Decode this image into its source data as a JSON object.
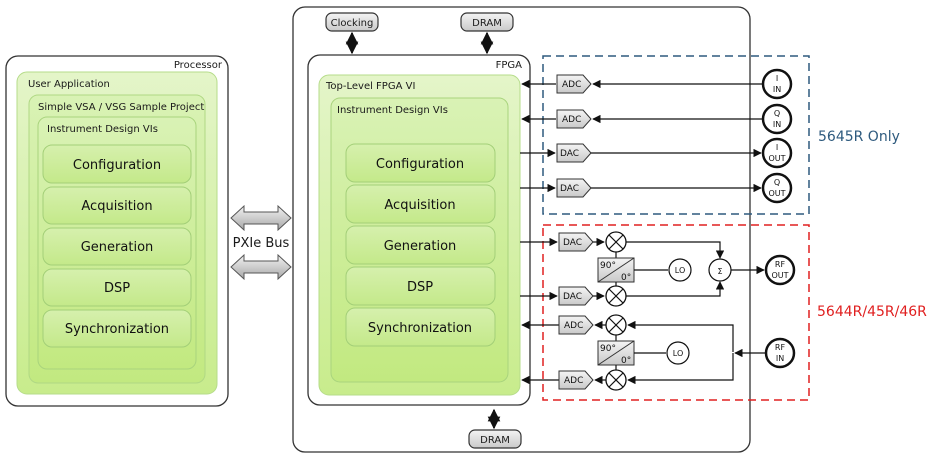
{
  "processor": {
    "title": "Processor",
    "user_application": "User Application",
    "sample_project": "Simple VSA / VSG Sample Project",
    "instrument_design": "Instrument Design VIs",
    "blocks": [
      "Configuration",
      "Acquisition",
      "Generation",
      "DSP",
      "Synchronization"
    ]
  },
  "bus": {
    "label": "PXIe Bus"
  },
  "fpga_module": {
    "clocking": "Clocking",
    "dram_top": "DRAM",
    "dram_bottom": "DRAM",
    "fpga_title": "FPGA",
    "top_level_vi": "Top-Level FPGA VI",
    "instrument_design": "Instrument Design VIs",
    "blocks": [
      "Configuration",
      "Acquisition",
      "Generation",
      "DSP",
      "Synchronization"
    ]
  },
  "iq_section": {
    "label": "5645R Only",
    "color": "#2e5a7e",
    "converters": [
      "ADC",
      "ADC",
      "DAC",
      "DAC"
    ],
    "ports": [
      {
        "line1": "I",
        "line2": "IN"
      },
      {
        "line1": "Q",
        "line2": "IN"
      },
      {
        "line1": "I",
        "line2": "OUT"
      },
      {
        "line1": "Q",
        "line2": "OUT"
      }
    ]
  },
  "rf_section": {
    "label": "5644R/45R/46R",
    "color": "#e02020",
    "tx_converters": [
      "DAC",
      "DAC"
    ],
    "rx_converters": [
      "ADC",
      "ADC"
    ],
    "phase_splitter": {
      "a": "90°",
      "b": "0°"
    },
    "lo": "LO",
    "summer": "Σ",
    "rf_out": {
      "line1": "RF",
      "line2": "OUT"
    },
    "rf_in": {
      "line1": "RF",
      "line2": "IN"
    }
  }
}
